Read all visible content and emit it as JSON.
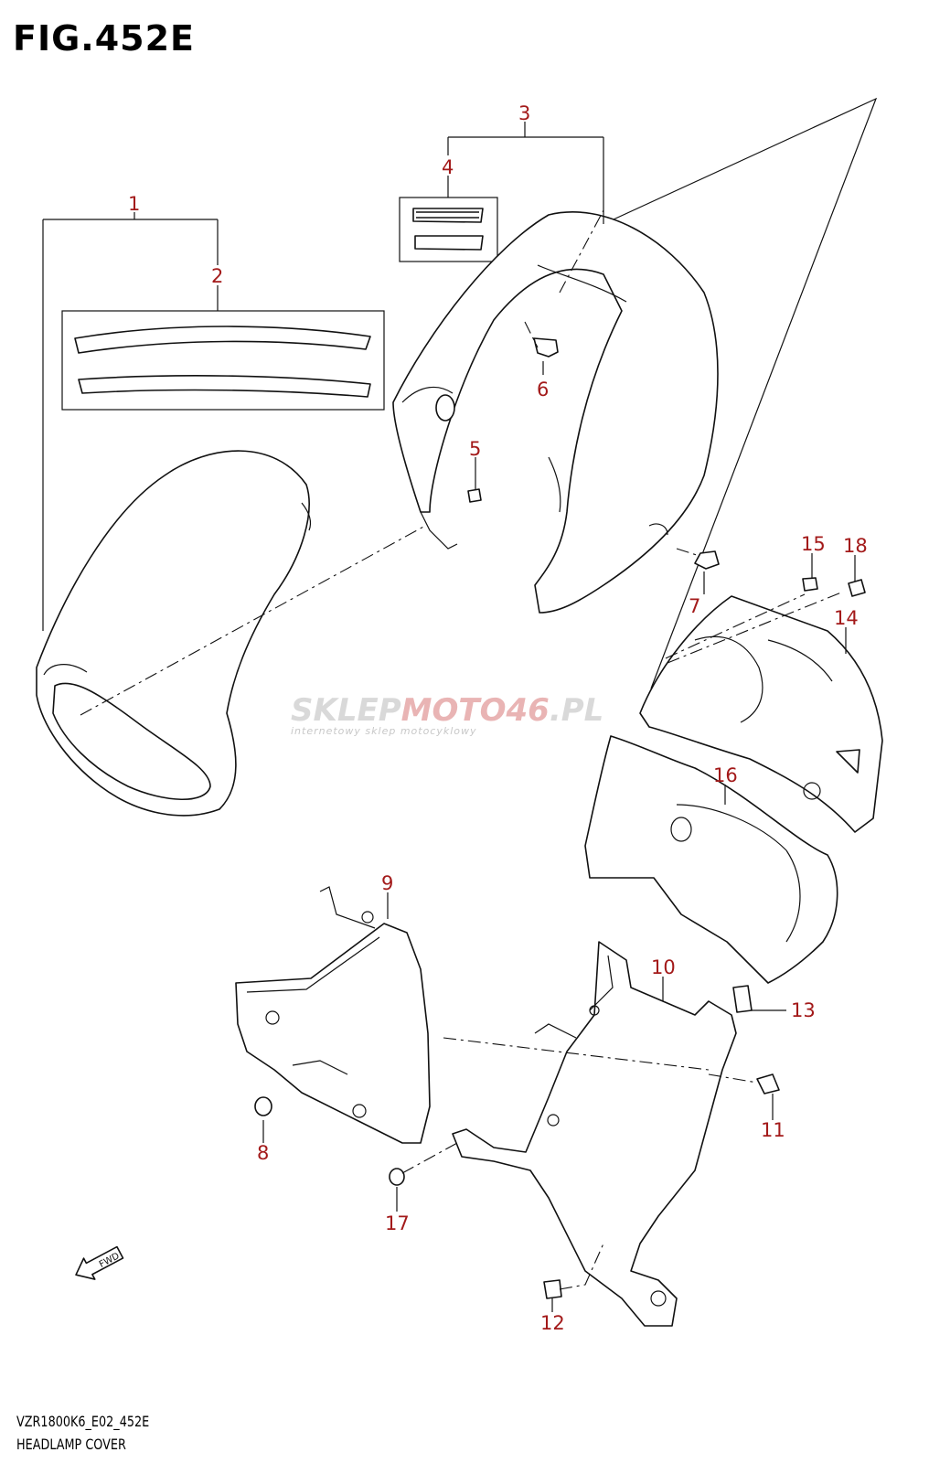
{
  "figure": {
    "title": "FIG.452E",
    "model_code": "VZR1800K6_E02_452E",
    "name": "HEADLAMP COVER"
  },
  "watermark": {
    "logo_part1": "SKLEP",
    "logo_part2": "MOTO",
    "logo_part3": "46",
    "logo_part4": ".PL",
    "tagline": "internetowy sklep motocyklowy"
  },
  "direction_badge": "FWD",
  "colors": {
    "callout": "#a31a1a",
    "line": "#111111",
    "watermark_accent": "#e9b4b4"
  },
  "callouts": [
    {
      "id": "callout-1",
      "label": "1"
    },
    {
      "id": "callout-2",
      "label": "2"
    },
    {
      "id": "callout-3",
      "label": "3"
    },
    {
      "id": "callout-4",
      "label": "4"
    },
    {
      "id": "callout-5",
      "label": "5"
    },
    {
      "id": "callout-6",
      "label": "6"
    },
    {
      "id": "callout-7",
      "label": "7"
    },
    {
      "id": "callout-8",
      "label": "8"
    },
    {
      "id": "callout-9",
      "label": "9"
    },
    {
      "id": "callout-10",
      "label": "10"
    },
    {
      "id": "callout-11",
      "label": "11"
    },
    {
      "id": "callout-12",
      "label": "12"
    },
    {
      "id": "callout-13",
      "label": "13"
    },
    {
      "id": "callout-14",
      "label": "14"
    },
    {
      "id": "callout-15",
      "label": "15"
    },
    {
      "id": "callout-16",
      "label": "16"
    },
    {
      "id": "callout-17",
      "label": "17"
    },
    {
      "id": "callout-18",
      "label": "18"
    }
  ]
}
